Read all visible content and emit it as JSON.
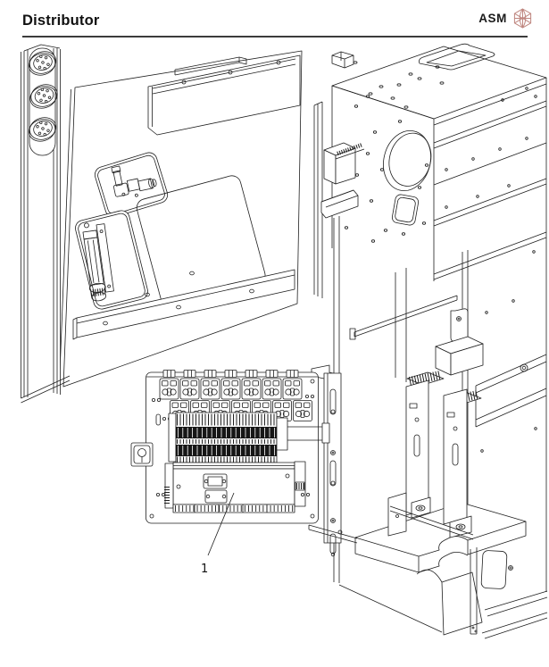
{
  "header": {
    "title": "Distributor",
    "brand": "ASM"
  },
  "logo": {
    "icon": "asm-hex-wireframe-icon",
    "color": "#bf867f"
  },
  "figure": {
    "type": "isometric-technical-line-drawing",
    "line_color": "#1f1f1f",
    "callout": {
      "label": "1",
      "target": "distributor-board"
    },
    "parts": [
      "left-connector-column",
      "left-service-panel",
      "machine-frame",
      "drive-units",
      "distributor-board"
    ]
  }
}
